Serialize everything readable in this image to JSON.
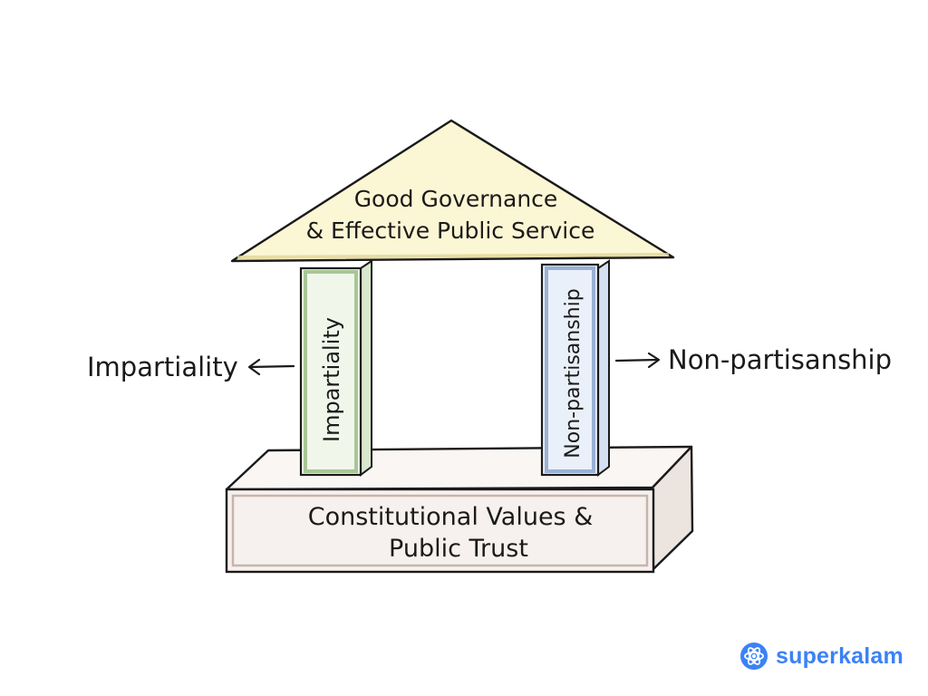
{
  "roof": {
    "line1": "Good Governance",
    "line2": "& Effective Public Service"
  },
  "pillars": {
    "left": "Impartiality",
    "right": "Non-partisanship"
  },
  "callouts": {
    "left": "Impartiality",
    "right": "Non-partisanship"
  },
  "base": {
    "line1": "Constitutional Values &",
    "line2": "Public Trust"
  },
  "brand": {
    "name": "superkalam",
    "icon": "atom-icon"
  },
  "colors": {
    "roof_fill": "#fbf6d4",
    "left_pillar_fill": "#f1f6ea",
    "left_pillar_edge": "#8fb57a",
    "right_pillar_fill": "#eaf0f9",
    "right_pillar_edge": "#7f9cc8",
    "base_fill": "#f6f1ee",
    "base_edge": "#b59a8f",
    "ink": "#1a1a1a",
    "brand": "#3b82f6"
  }
}
